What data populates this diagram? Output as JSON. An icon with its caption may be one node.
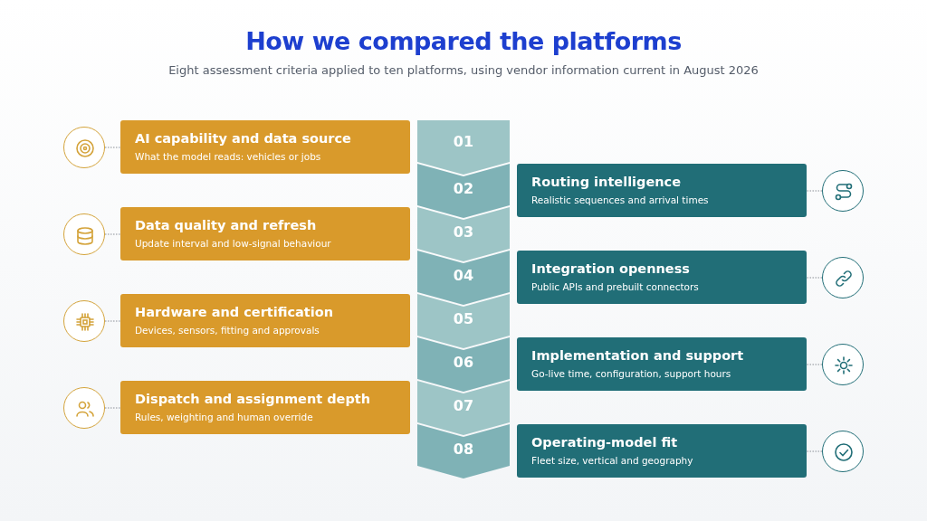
{
  "diagram": {
    "title": "How we compared the platforms",
    "caption": "Eight assessment criteria applied to ten platforms, using vendor information current in August 2026",
    "nodes": [
      {
        "text": [],
        "shape": "circle"
      },
      {
        "text": [
          "AI capability and data source",
          "What the model reads: vehicles or jobs"
        ]
      },
      {
        "text": [
          "01"
        ]
      },
      {
        "text": [
          "02"
        ]
      },
      {
        "text": [
          "Routing intelligence",
          "Realistic sequences and arrival times"
        ]
      },
      {
        "text": [],
        "shape": "circle"
      },
      {
        "text": [],
        "shape": "circle"
      },
      {
        "text": [
          "Data quality and refresh",
          "Update interval and low-signal behaviour"
        ]
      },
      {
        "text": [
          "03"
        ]
      },
      {
        "text": [
          "04"
        ]
      },
      {
        "text": [
          "Integration openness",
          "Public APIs and prebuilt connectors"
        ]
      },
      {
        "text": [],
        "shape": "circle"
      },
      {
        "text": [],
        "shape": "circle"
      },
      {
        "text": [
          "Hardware and certification",
          "Devices, sensors, fitting and approvals"
        ]
      },
      {
        "text": [
          "05"
        ]
      },
      {
        "text": [
          "06"
        ]
      },
      {
        "text": [
          "Implementation and support",
          "Go-live time, configuration, support hours"
        ]
      },
      {
        "text": [],
        "shape": "circle"
      },
      {
        "text": [],
        "shape": "circle"
      },
      {
        "text": [
          "Dispatch and assignment depth",
          "Rules, weighting and human override"
        ]
      },
      {
        "text": [
          "07"
        ]
      },
      {
        "text": [
          "08"
        ]
      },
      {
        "text": [
          "Operating-model fit",
          "Fleet size, vertical and geography"
        ]
      },
      {
        "text": [],
        "shape": "circle"
      }
    ],
    "edges": [
      {
        "from": 0,
        "to": 1,
        "arrow": "none",
        "style": "dashed"
      },
      {
        "from": 5,
        "to": 4,
        "arrow": "none",
        "style": "dashed"
      },
      {
        "from": 6,
        "to": 7,
        "arrow": "none",
        "style": "dashed"
      },
      {
        "from": 11,
        "to": 10,
        "arrow": "none",
        "style": "dashed"
      },
      {
        "from": 12,
        "to": 13,
        "arrow": "none",
        "style": "dashed"
      },
      {
        "from": 17,
        "to": 16,
        "arrow": "none",
        "style": "dashed"
      },
      {
        "from": 18,
        "to": 19,
        "arrow": "none",
        "style": "dashed"
      },
      {
        "from": 23,
        "to": 22,
        "arrow": "none",
        "style": "dashed"
      }
    ]
  }
}
